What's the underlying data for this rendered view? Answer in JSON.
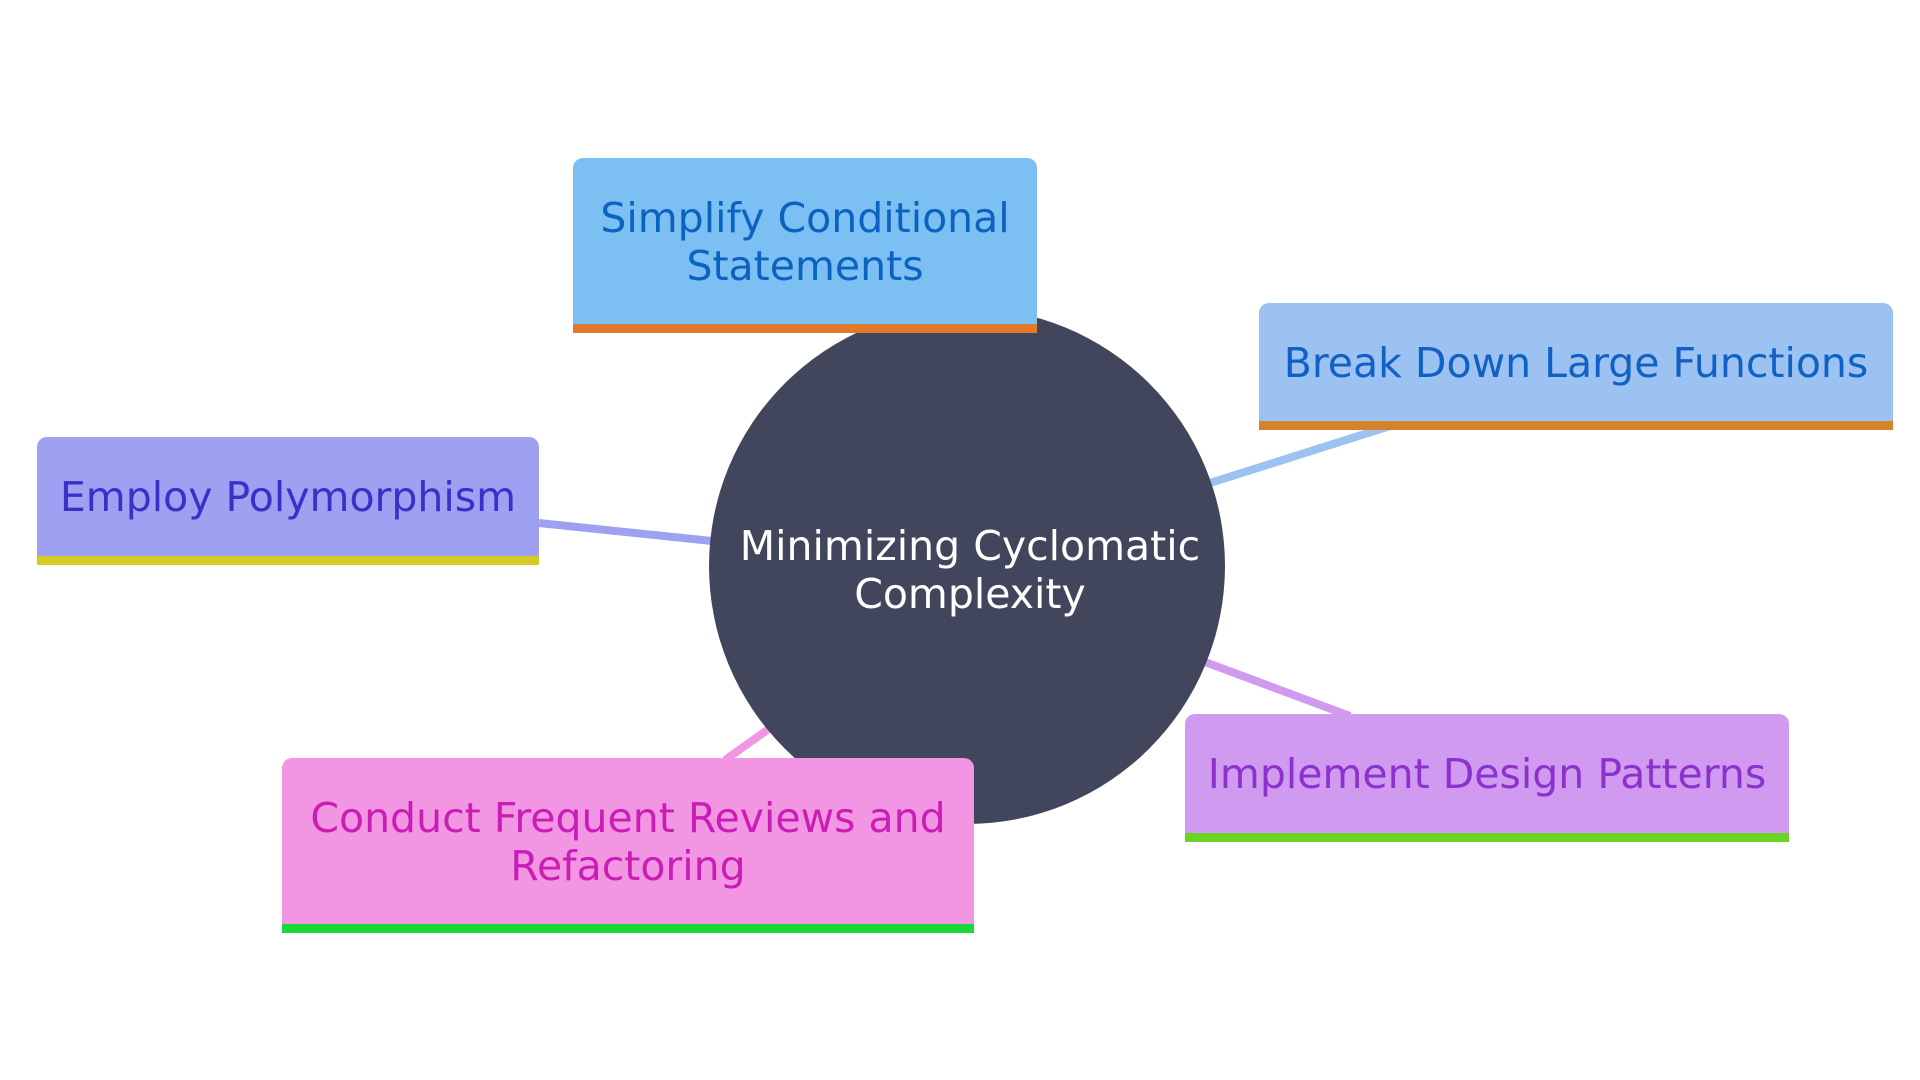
{
  "diagram": {
    "type": "mindmap",
    "center": {
      "label_line1": "Minimizing Cyclomatic",
      "label_line2": "Complexity",
      "color": "#42465c",
      "text_color": "#ffffff"
    },
    "branches": [
      {
        "id": "simplify",
        "label_line1": "Simplify Conditional",
        "label_line2": "Statements",
        "fill": "#7bbff3",
        "text_color": "#0b63bf",
        "underline_color": "#e2792b",
        "edge_color": "#7bbff3"
      },
      {
        "id": "breakdown",
        "label_line1": "Break Down Large Functions",
        "label_line2": "",
        "fill": "#9bc2f0",
        "text_color": "#1160c5",
        "underline_color": "#d5822a",
        "edge_color": "#9bc2f0"
      },
      {
        "id": "polymorphism",
        "label_line1": "Employ Polymorphism",
        "label_line2": "",
        "fill": "#9ea1f2",
        "text_color": "#3731c8",
        "underline_color": "#d4cc25",
        "edge_color": "#9ea1f2"
      },
      {
        "id": "patterns",
        "label_line1": "Implement Design Patterns",
        "label_line2": "",
        "fill": "#d09af0",
        "text_color": "#8d31cd",
        "underline_color": "#6ad326",
        "edge_color": "#d09af0"
      },
      {
        "id": "reviews",
        "label_line1": "Conduct Frequent Reviews and",
        "label_line2": "Refactoring",
        "fill": "#f296e3",
        "text_color": "#c91db6",
        "underline_color": "#18d83a",
        "edge_color": "#f296e3"
      }
    ]
  }
}
